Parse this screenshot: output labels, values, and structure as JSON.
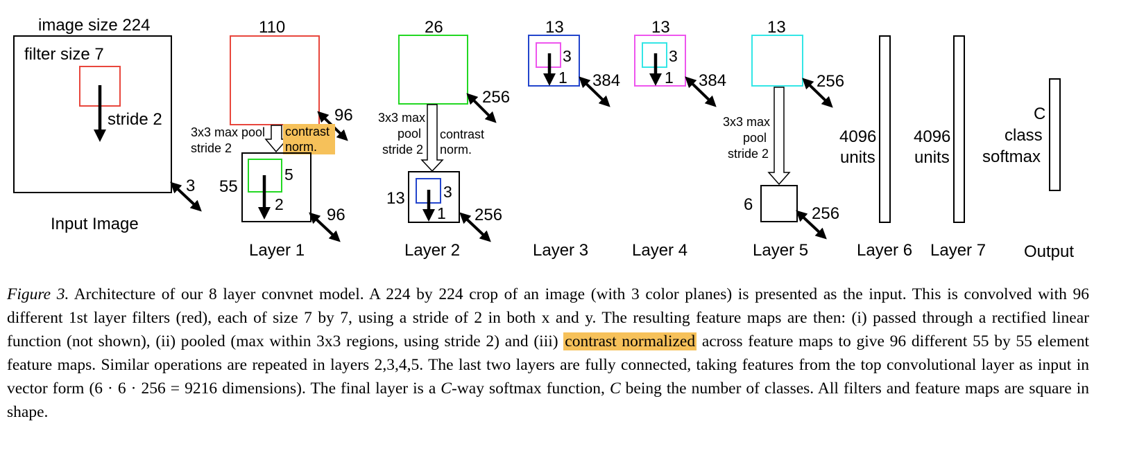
{
  "figure": {
    "input": {
      "image_size": "image size 224",
      "filter_size": "filter size 7",
      "stride": "stride 2",
      "depth": "3",
      "label": "Input Image"
    },
    "layer1": {
      "size": "110",
      "depth": "96",
      "pool_line1": "3x3 max pool",
      "pool_line2": "stride 2",
      "norm_line1": "contrast",
      "norm_line2": "norm.",
      "out_size": "55",
      "filter": "5",
      "stride": "2",
      "out_depth": "96",
      "label": "Layer 1"
    },
    "layer2": {
      "size": "26",
      "depth": "256",
      "pool_line1": "3x3 max",
      "pool_line2": "pool",
      "pool_line3": "stride 2",
      "norm_line1": "contrast",
      "norm_line2": "norm.",
      "out_size": "13",
      "filter": "3",
      "stride": "1",
      "out_depth": "256",
      "label": "Layer 2"
    },
    "layer3": {
      "size": "13",
      "filter": "3",
      "stride": "1",
      "depth": "384",
      "label": "Layer 3"
    },
    "layer4": {
      "size": "13",
      "filter": "3",
      "stride": "1",
      "depth": "384",
      "label": "Layer 4"
    },
    "layer5": {
      "size": "13",
      "depth": "256",
      "pool_line1": "3x3 max",
      "pool_line2": "pool",
      "pool_line3": "stride 2",
      "out_size": "6",
      "out_depth": "256",
      "label": "Layer 5"
    },
    "layer6": {
      "units_line1": "4096",
      "units_line2": "units",
      "label": "Layer 6"
    },
    "layer7": {
      "units_line1": "4096",
      "units_line2": "units",
      "label": "Layer 7"
    },
    "output": {
      "line1": "C",
      "line2": "class",
      "line3": "softmax",
      "label": "Output"
    },
    "colors": {
      "filter_red": "#e8463c",
      "filter_green": "#22d822",
      "filter_blue": "#2244cc",
      "filter_magenta": "#ee55ee",
      "filter_cyan": "#33e6e6",
      "highlight": "#f6c15a"
    }
  },
  "caption": {
    "figure_label": "Figure 3.",
    "part1": " Architecture of our 8 layer convnet model. A 224 by 224 crop of an image (with 3 color planes) is presented as the input. This is convolved with 96 different 1st layer filters (red), each of size 7 by 7, using a stride of 2 in both x and y. The resulting feature maps are then: (i) passed through a rectified linear function (not shown), (ii) pooled (max within 3x3 regions, using stride 2) and (iii) ",
    "highlight": "contrast normalized",
    "part2": " across feature maps to give 96 different 55 by 55 element feature maps. Similar operations are repeated in layers 2,3,4,5. The last two layers are fully connected, taking features from the top convolutional layer as input in vector form (6 · 6 · 256 = 9216 dimensions). The final layer is a ",
    "math_c1": "C",
    "part3": "-way softmax function, ",
    "math_c2": "C",
    "part4": " being the number of classes. All filters and feature maps are square in shape."
  }
}
